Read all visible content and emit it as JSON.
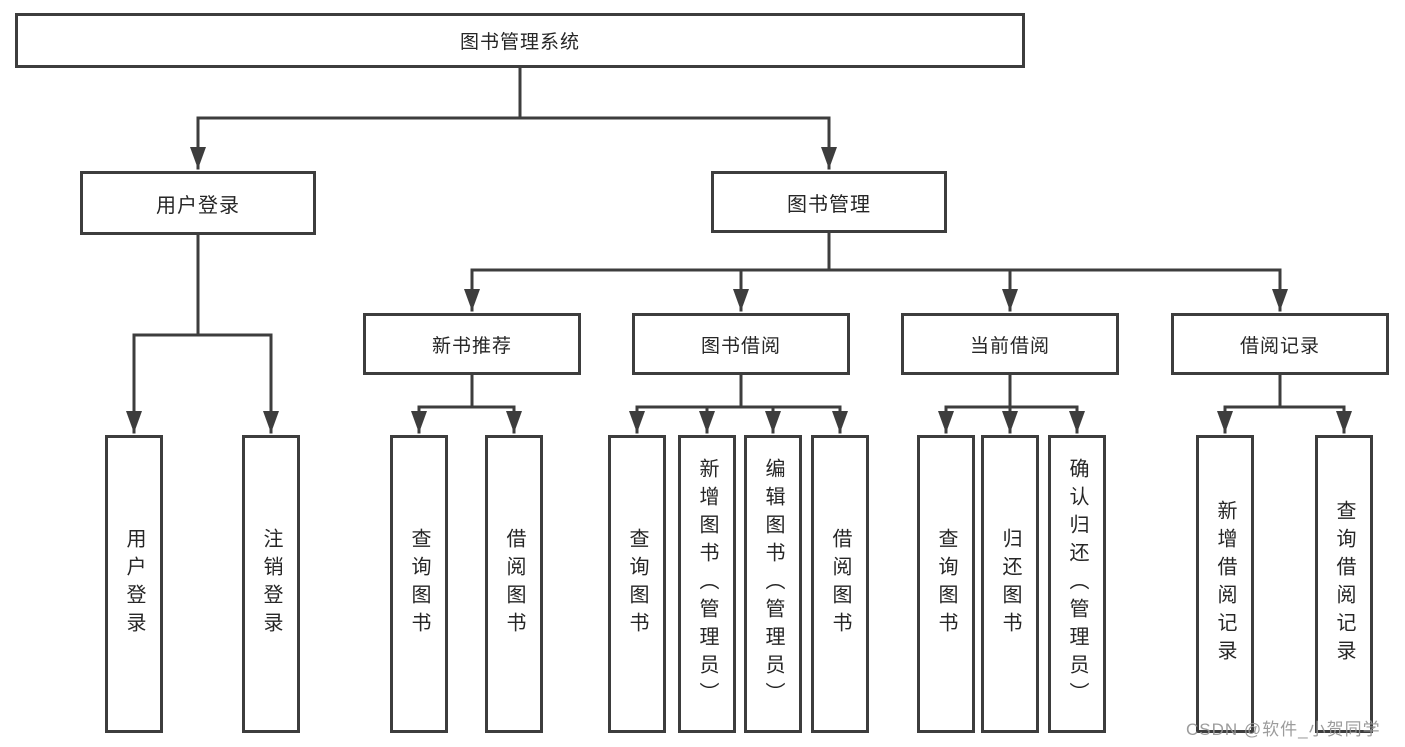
{
  "colors": {
    "line": "#3d3d3d",
    "node_border": "#3d3d3d",
    "text": "#262626",
    "background": "#ffffff",
    "watermark": "#949494"
  },
  "tree": {
    "root": "图书管理系统",
    "login": {
      "label": "用户登录",
      "children": [
        "用户登录",
        "注销登录"
      ]
    },
    "management": {
      "label": "图书管理",
      "sections": [
        {
          "label": "新书推荐",
          "children": [
            "查询图书",
            "借阅图书"
          ]
        },
        {
          "label": "图书借阅",
          "children": [
            "查询图书",
            "新增图书（管理员）",
            "编辑图书（管理员）",
            "借阅图书"
          ]
        },
        {
          "label": "当前借阅",
          "children": [
            "查询图书",
            "归还图书",
            "确认归还（管理员）"
          ]
        },
        {
          "label": "借阅记录",
          "children": [
            "新增借阅记录",
            "查询借阅记录"
          ]
        }
      ]
    }
  },
  "watermark": {
    "text": "CSDN @软件_小贺同学"
  }
}
